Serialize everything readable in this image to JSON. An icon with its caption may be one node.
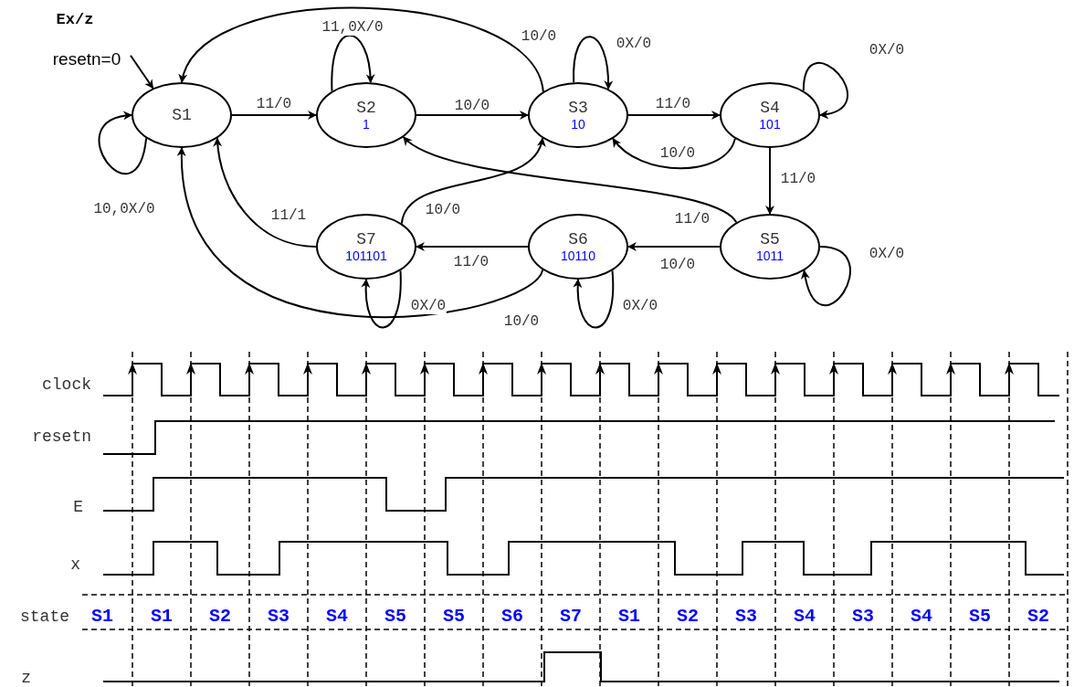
{
  "diagram": {
    "nodes": [
      {
        "text": [
          "resetn=0"
        ]
      },
      {
        "text": [
          "S1"
        ]
      },
      {
        "text": [
          "S2",
          "1"
        ]
      },
      {
        "text": [
          "S3",
          "10"
        ]
      },
      {
        "text": [
          "S4",
          "101"
        ]
      },
      {
        "text": [
          "S7",
          "101101"
        ]
      },
      {
        "text": [
          "S6",
          "10110"
        ]
      },
      {
        "text": [
          "S5",
          "1011"
        ]
      }
    ],
    "edges": [
      {
        "from": 0,
        "to": 1,
        "arrow": "to"
      },
      {
        "from": 1,
        "to": 1,
        "arrow": "to",
        "label": "10,0X/0"
      },
      {
        "from": 1,
        "to": 2,
        "arrow": "to",
        "label": "11/0"
      },
      {
        "from": 2,
        "to": 2,
        "arrow": "to",
        "label": "11,0X/0"
      },
      {
        "from": 2,
        "to": 3,
        "arrow": "to",
        "label": "10/0"
      },
      {
        "from": 3,
        "to": 1,
        "arrow": "to",
        "label": "10/0"
      },
      {
        "from": 3,
        "to": 3,
        "arrow": "to",
        "label": "0X/0"
      },
      {
        "from": 3,
        "to": 4,
        "arrow": "to",
        "label": "11/0"
      },
      {
        "from": 4,
        "to": 3,
        "arrow": "to",
        "label": "10/0"
      },
      {
        "from": 4,
        "to": 4,
        "arrow": "to",
        "label": "0X/0"
      },
      {
        "from": 4,
        "to": 7,
        "arrow": "to",
        "label": "11/0"
      },
      {
        "from": 7,
        "to": 2,
        "arrow": "to",
        "label": "11/0"
      },
      {
        "from": 7,
        "to": 7,
        "arrow": "to",
        "label": "0X/0"
      },
      {
        "from": 7,
        "to": 6,
        "arrow": "to",
        "label": "10/0"
      },
      {
        "from": 6,
        "to": 5,
        "arrow": "to",
        "label": "11/0"
      },
      {
        "from": 6,
        "to": 6,
        "arrow": "to",
        "label": "0X/0"
      },
      {
        "from": 6,
        "to": 1,
        "arrow": "to",
        "label": "10/0"
      },
      {
        "from": 5,
        "to": 1,
        "arrow": "to",
        "label": "11/1"
      },
      {
        "from": 5,
        "to": 3,
        "arrow": "to",
        "label": "10/0"
      },
      {
        "from": 5,
        "to": 5,
        "arrow": "to",
        "label": "0X/0"
      }
    ],
    "labels": [
      "Ex/z",
      "clock",
      "resetn",
      "E",
      "x",
      "state",
      "S1",
      "S1",
      "S2",
      "S3",
      "S4",
      "S5",
      "S5",
      "S6",
      "S7",
      "S1",
      "S2",
      "S3",
      "S4",
      "S3",
      "S4",
      "S5",
      "S2",
      "z"
    ]
  }
}
